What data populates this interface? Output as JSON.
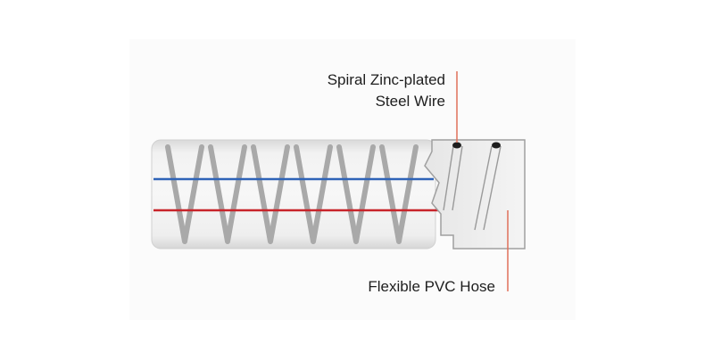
{
  "labels": {
    "wire_line1": "Spiral Zinc-plated",
    "wire_line2": "Steel Wire",
    "hose": "Flexible PVC Hose"
  },
  "colors": {
    "hose_fill": "#ececec",
    "hose_outline": "#c8c8c8",
    "spiral": "#a6a6a6",
    "blue_stripe": "#2e63b7",
    "red_stripe": "#c8242a",
    "leader_line": "#e0705a",
    "text": "#1e1e1e"
  }
}
